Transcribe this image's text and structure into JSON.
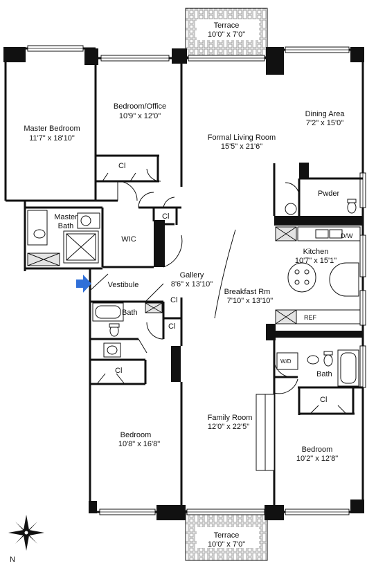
{
  "colors": {
    "wall": "#111111",
    "terrace_fill": "#dcdcdc",
    "entry_arrow": "#2f6fd8",
    "cabinet": "#e4e4e4"
  },
  "icons": {
    "entry": "entry-arrow-icon",
    "compass": "compass-rose-icon"
  },
  "rooms": {
    "terrace_top": {
      "name": "Terrace",
      "dims": "10'0\" x 7'0\""
    },
    "master_bedroom": {
      "name": "Master Bedroom",
      "dims": "11'7\" x 18'10\""
    },
    "bedroom_office": {
      "name": "Bedroom/Office",
      "dims": "10'9\" x 12'0\""
    },
    "formal_living": {
      "name": "Formal Living Room",
      "dims": "15'5\" x 21'6\""
    },
    "dining": {
      "name": "Dining Area",
      "dims": "7'2\" x 15'0\""
    },
    "kitchen": {
      "name": "Kitchen",
      "dims": "10'7\" x 15'1\""
    },
    "gallery": {
      "name": "Gallery",
      "dims": "8'6\" x 13'10\""
    },
    "breakfast": {
      "name": "Breakfast Rm",
      "dims": "7'10\" x 13'10\""
    },
    "family": {
      "name": "Family Room",
      "dims": "12'0\" x 22'5\""
    },
    "bedroom_left": {
      "name": "Bedroom",
      "dims": "10'8\" x 16'8\""
    },
    "bedroom_right": {
      "name": "Bedroom",
      "dims": "10'2\" x 12'8\""
    },
    "terrace_bottom": {
      "name": "Terrace",
      "dims": "10'0\" x 7'0\""
    }
  },
  "labels": {
    "closet": "Cl",
    "master_bath_1": "Master",
    "master_bath_2": "Bath",
    "wic": "WIC",
    "vestibule": "Vestibule",
    "powder": "Pwder",
    "dishwasher": "D/W",
    "refrigerator": "REF",
    "washer_dryer": "W/D",
    "bath": "Bath",
    "compass_north": "N"
  }
}
